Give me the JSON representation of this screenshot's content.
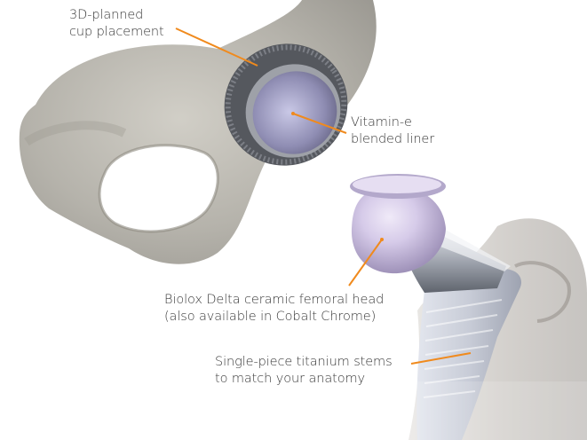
{
  "colors": {
    "leader_line": "#f08a1d",
    "bone": "#a7a49b",
    "ceramic_head": "#cdbfe3",
    "metal_shell": "#6a6d73",
    "stem": "#c9ccd6",
    "label_text": "#3a3a3a"
  },
  "labels": {
    "cup_placement": {
      "line1": "3D-planned",
      "line2": "cup placement"
    },
    "liner": {
      "line1": "Vitamin-e",
      "line2": "blended liner"
    },
    "femoral_head": {
      "line1": "Biolox Delta ceramic femoral head",
      "line2": "(also available in Cobalt Chrome)"
    },
    "stem": {
      "line1": "Single-piece titanium stems",
      "line2": "to match your anatomy"
    }
  }
}
